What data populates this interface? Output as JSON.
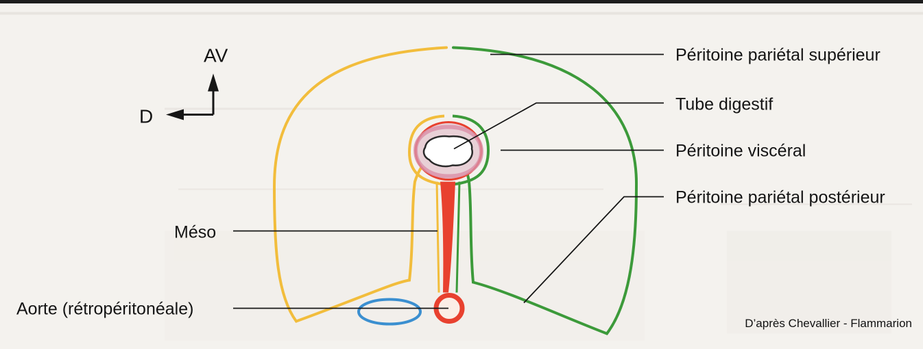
{
  "labels": {
    "orientation_av": "AV",
    "orientation_d": "D",
    "peritoine_parietal_superieur": "Péritoine pariétal supérieur",
    "tube_digestif": "Tube digestif",
    "peritoine_visceral": "Péritoine viscéral",
    "peritoine_parietal_posterieur": "Péritoine pariétal postérieur",
    "meso": "Méso",
    "aorte": "Aorte (rétropéritonéale)"
  },
  "credit": "D’après Chevallier - Flammarion",
  "colors": {
    "peritoine_gauche": "#f2bd3c",
    "peritoine_droit": "#3c9a3a",
    "meso_aorte": "#e8412f",
    "lumiere_digestive": "#d98fa8",
    "veine": "#3b8fd0",
    "traits": "#161616"
  }
}
